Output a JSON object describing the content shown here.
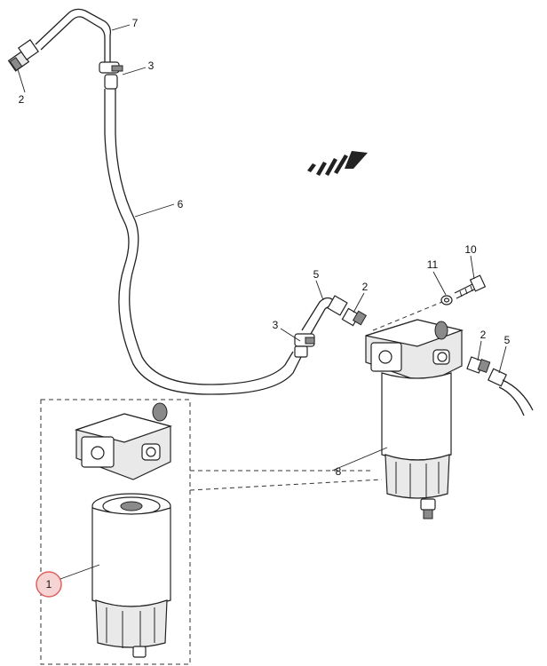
{
  "callouts": {
    "c1": "1",
    "c2a": "2",
    "c2b": "2",
    "c2c": "2",
    "c3a": "3",
    "c3b": "3",
    "c5a": "5",
    "c5b": "5",
    "c6": "6",
    "c7": "7",
    "c8": "8",
    "c10": "10",
    "c11": "11"
  },
  "colors": {
    "highlight_circle": "#e06060",
    "highlight_fill": "#f6d4d4",
    "line": "#222222"
  },
  "icons": {
    "direction_arrow": "forward-arrow-icon"
  }
}
